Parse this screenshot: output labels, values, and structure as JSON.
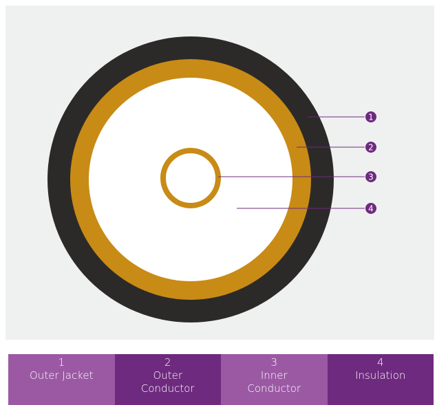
{
  "colors": {
    "panel_bg": "#eff1f0",
    "outer_jacket": "#2c2a29",
    "outer_conductor": "#c88b15",
    "insulation": "#ffffff",
    "inner_conductor": "#c88b15",
    "callout": "#6e2a7e",
    "legend_light": "#9b59a4",
    "legend_dark": "#6e2a7e"
  },
  "callouts": [
    {
      "number": "1"
    },
    {
      "number": "2"
    },
    {
      "number": "3"
    },
    {
      "number": "4"
    }
  ],
  "legend": [
    {
      "number": "1",
      "label": "Outer Jacket"
    },
    {
      "number": "2",
      "label": "Outer Conductor"
    },
    {
      "number": "3",
      "label": "Inner Conductor"
    },
    {
      "number": "4",
      "label": "Insulation"
    }
  ]
}
